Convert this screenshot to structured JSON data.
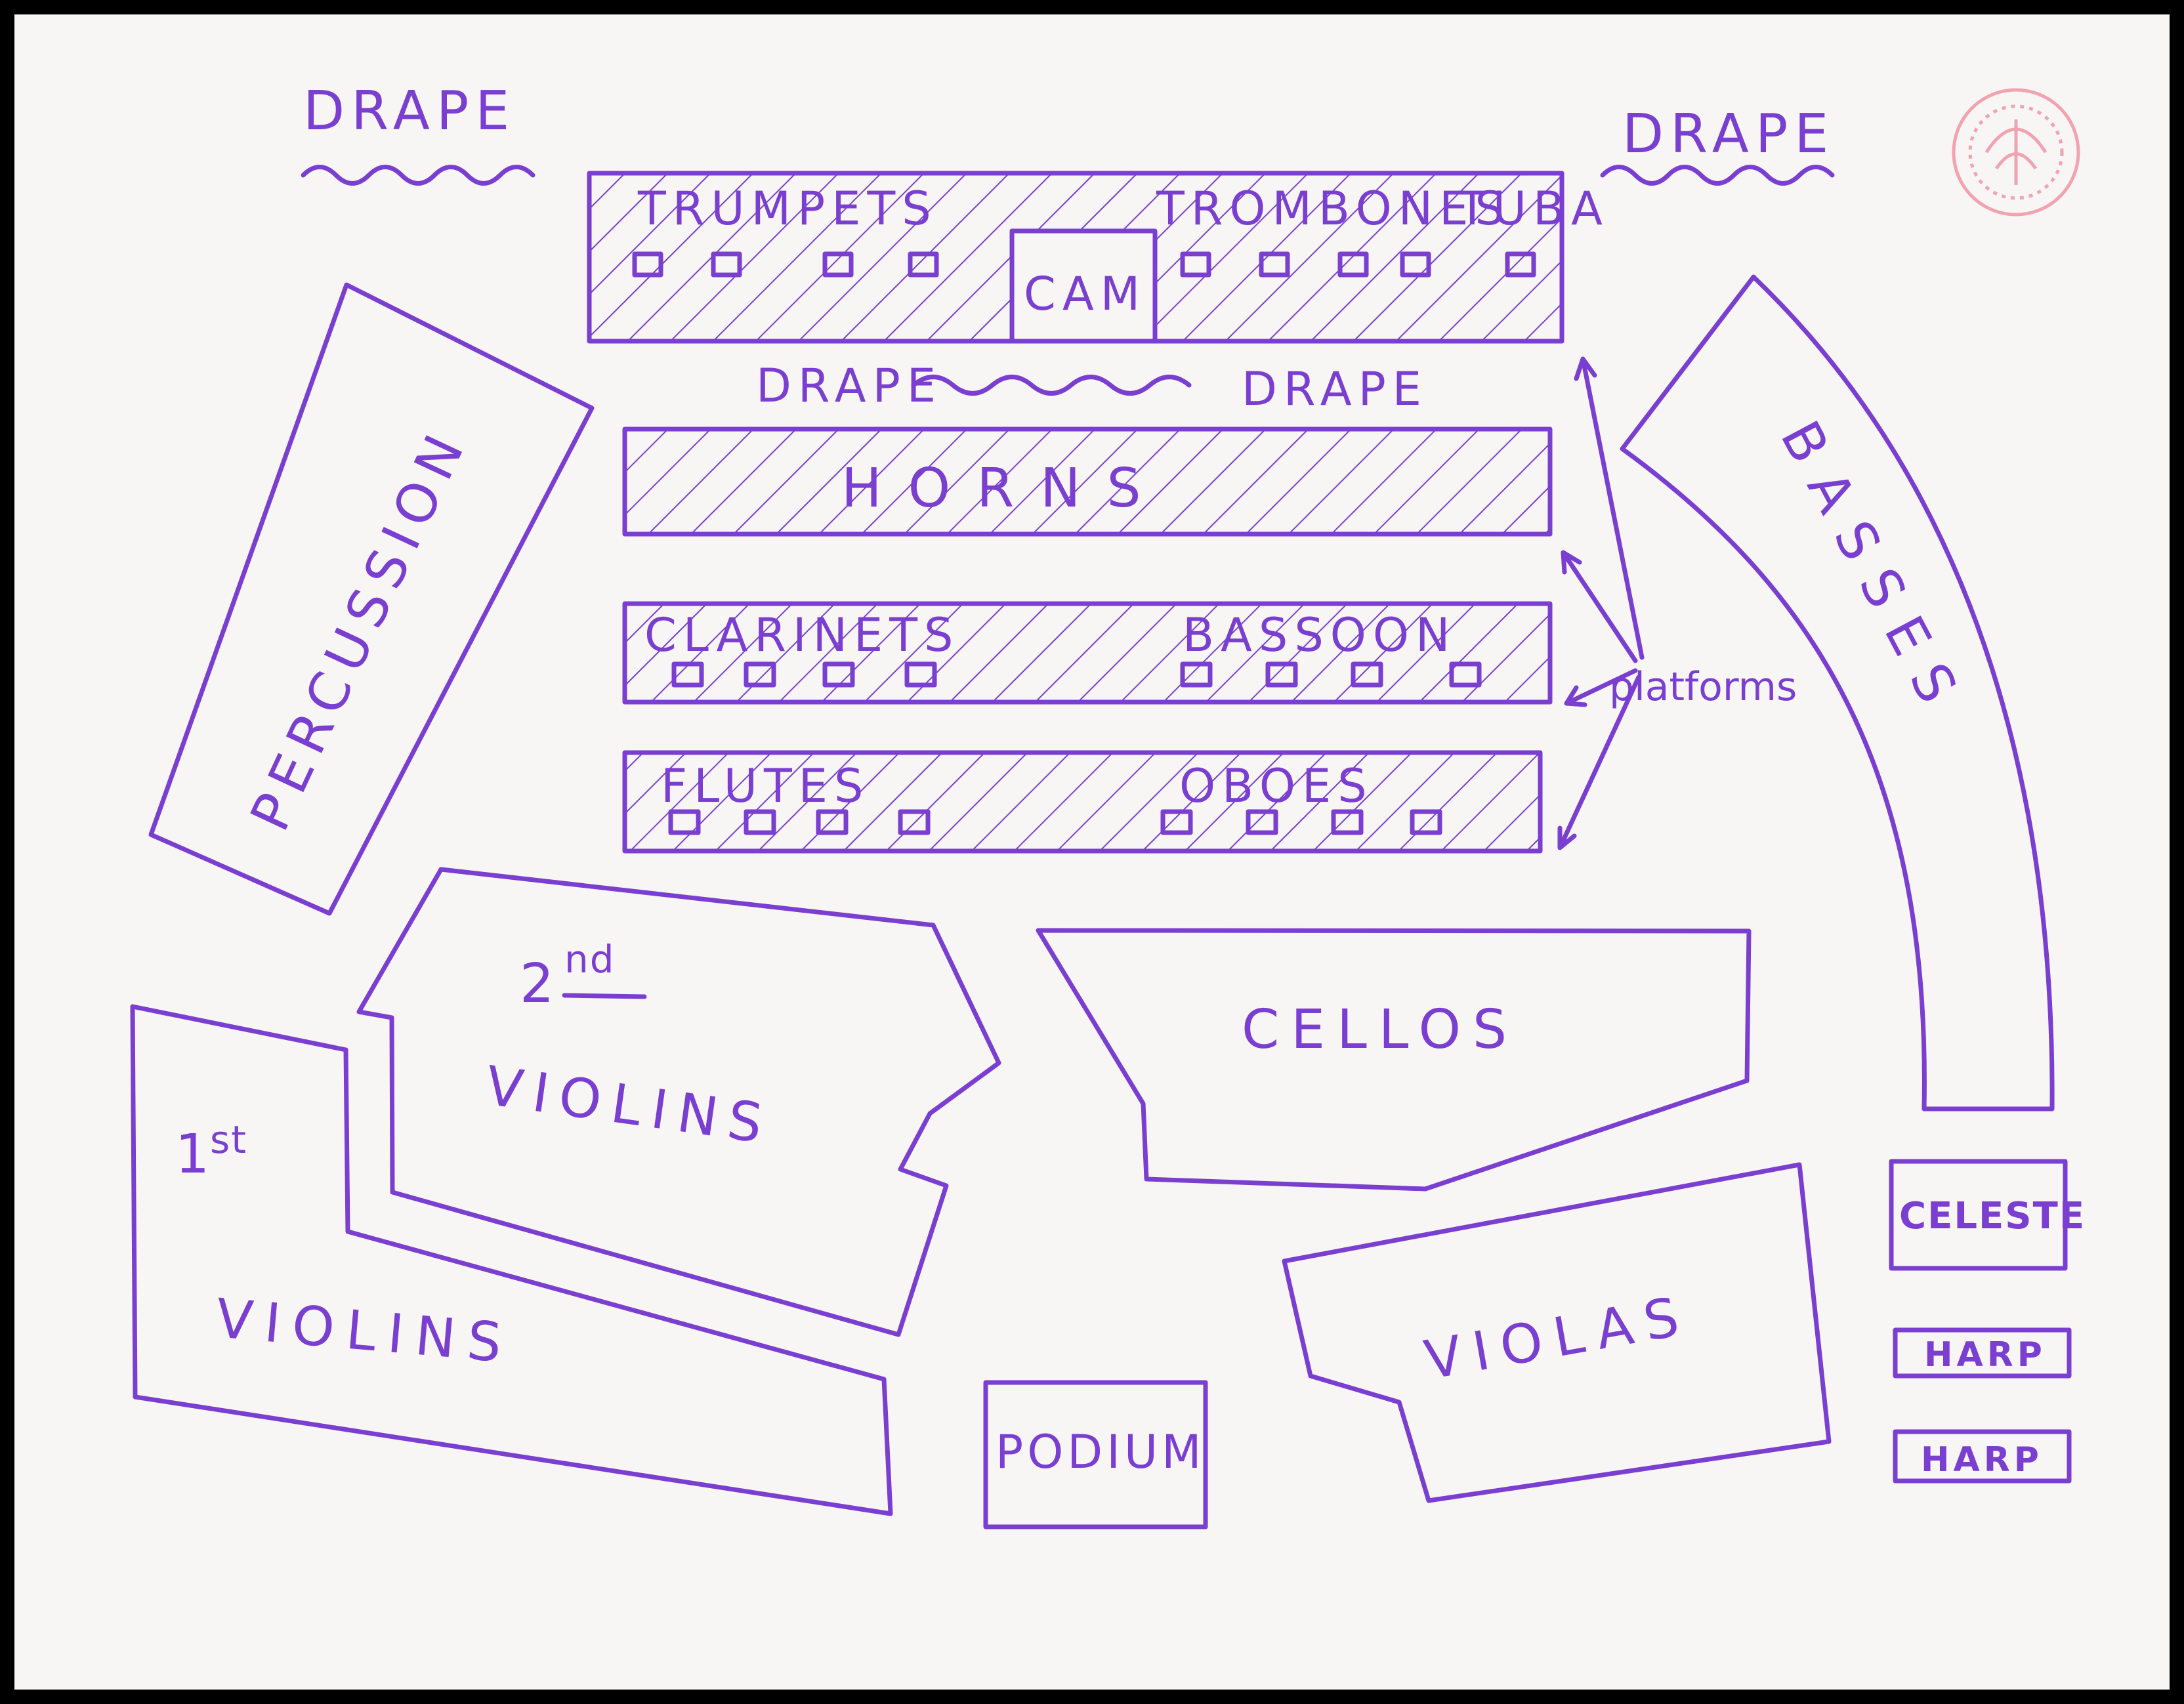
{
  "labels": {
    "drape_top_left": "DRAPE",
    "drape_top_right": "DRAPE",
    "drape_mid_left": "DRAPE",
    "drape_mid_right": "DRAPE",
    "trumpets": "TRUMPETS",
    "trombones": "TROMBONES",
    "tuba": "TUBA",
    "cam": "CAM",
    "horns": "HORNS",
    "clarinets": "CLARINETS",
    "bassoon": "BASSOON",
    "flutes": "FLUTES",
    "oboes": "OBOES",
    "percussion": "PERCUSSION",
    "basses": "BASSES",
    "platforms": "platforms",
    "second": "2",
    "second_sup": "nd",
    "violins_2": "VIOLINS",
    "first": "1",
    "first_sup": "st",
    "violins_1": "VIOLINS",
    "cellos": "CELLOS",
    "violas": "VIOLAS",
    "podium": "PODIUM",
    "celeste": "CELESTE",
    "harp_1": "HARP",
    "harp_2": "HARP"
  },
  "colors": {
    "ink": "#7a3fd0",
    "paper": "#f7f6f4",
    "stamp": "#f2a3b0"
  }
}
